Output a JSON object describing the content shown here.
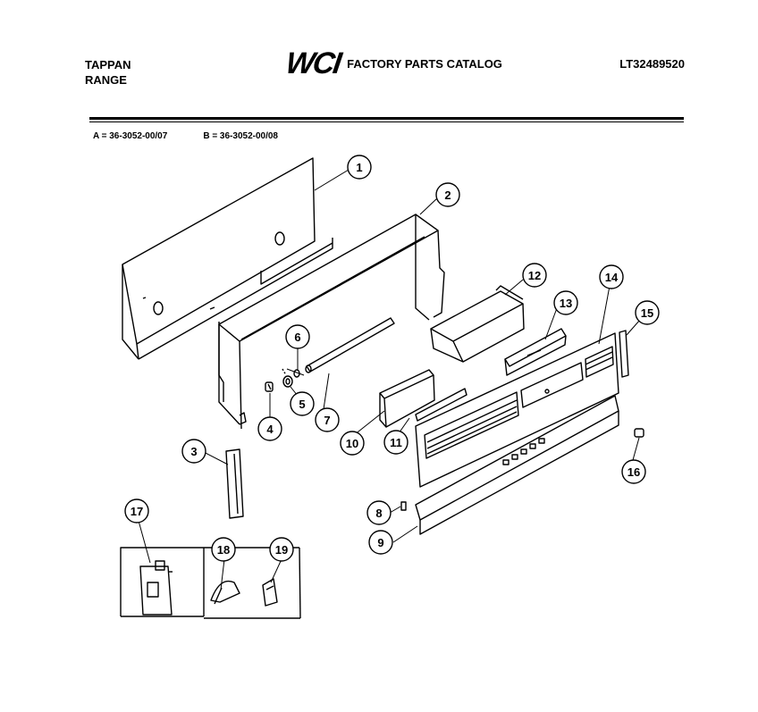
{
  "header": {
    "brand": "TAPPAN",
    "product": "RANGE",
    "logo": "WCI",
    "title": "FACTORY PARTS CATALOG",
    "model": "LT32489520"
  },
  "variants": {
    "a": "A = 36-3052-00/07",
    "b": "B = 36-3052-00/08"
  },
  "callouts": [
    "1",
    "2",
    "3",
    "4",
    "5",
    "6",
    "7",
    "8",
    "9",
    "10",
    "11",
    "12",
    "13",
    "14",
    "15",
    "16",
    "17",
    "18",
    "19"
  ]
}
